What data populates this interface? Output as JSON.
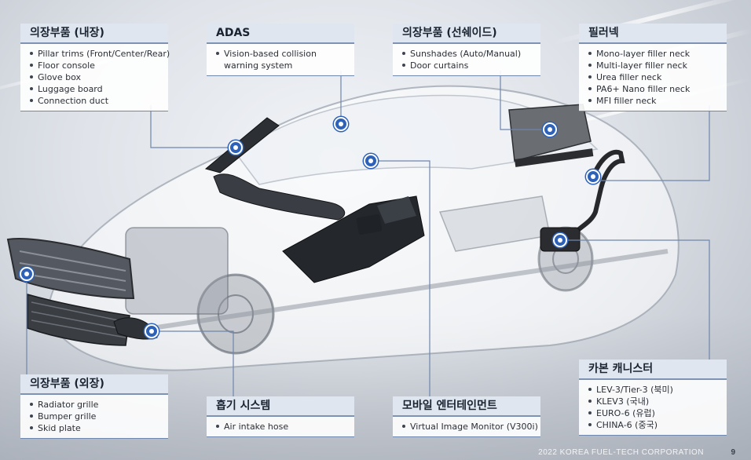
{
  "panels": {
    "interior": {
      "title": "의장부품 (내장)",
      "items": [
        "Pillar trims (Front/Center/Rear)",
        "Floor console",
        "Glove box",
        "Luggage board",
        "Connection duct"
      ]
    },
    "adas": {
      "title": "ADAS",
      "items": [
        "Vision-based collision",
        "warning system"
      ]
    },
    "sunshade": {
      "title": "의장부품 (선쉐이드)",
      "items": [
        "Sunshades (Auto/Manual)",
        "Door curtains"
      ]
    },
    "filler_neck": {
      "title": "필러넥",
      "items": [
        "Mono-layer filler neck",
        "Multi-layer filler neck",
        "Urea filler neck",
        "PA6+ Nano filler neck",
        "MFI filler neck"
      ]
    },
    "exterior": {
      "title": "의장부품 (외장)",
      "items": [
        "Radiator grille",
        "Bumper grille",
        "Skid plate"
      ]
    },
    "intake": {
      "title": "흡기 시스템",
      "items": [
        "Air intake hose"
      ]
    },
    "mobile": {
      "title": "모바일 엔터테인먼트",
      "items": [
        "Virtual Image Monitor (V300i)"
      ]
    },
    "canister": {
      "title": "카본 캐니스터",
      "items": [
        "LEV-3/Tier-3 (북미)",
        "KLEV3 (국내)",
        "EURO-6 (유럽)",
        "CHINA-6 (중국)"
      ]
    }
  },
  "footer": {
    "company": "2022 KOREA FUEL-TECH CORPORATION",
    "page": "9"
  },
  "colors": {
    "accent": "#2e62b8",
    "header_bg": "#dfe6ef",
    "connector": "#6f86ad"
  }
}
